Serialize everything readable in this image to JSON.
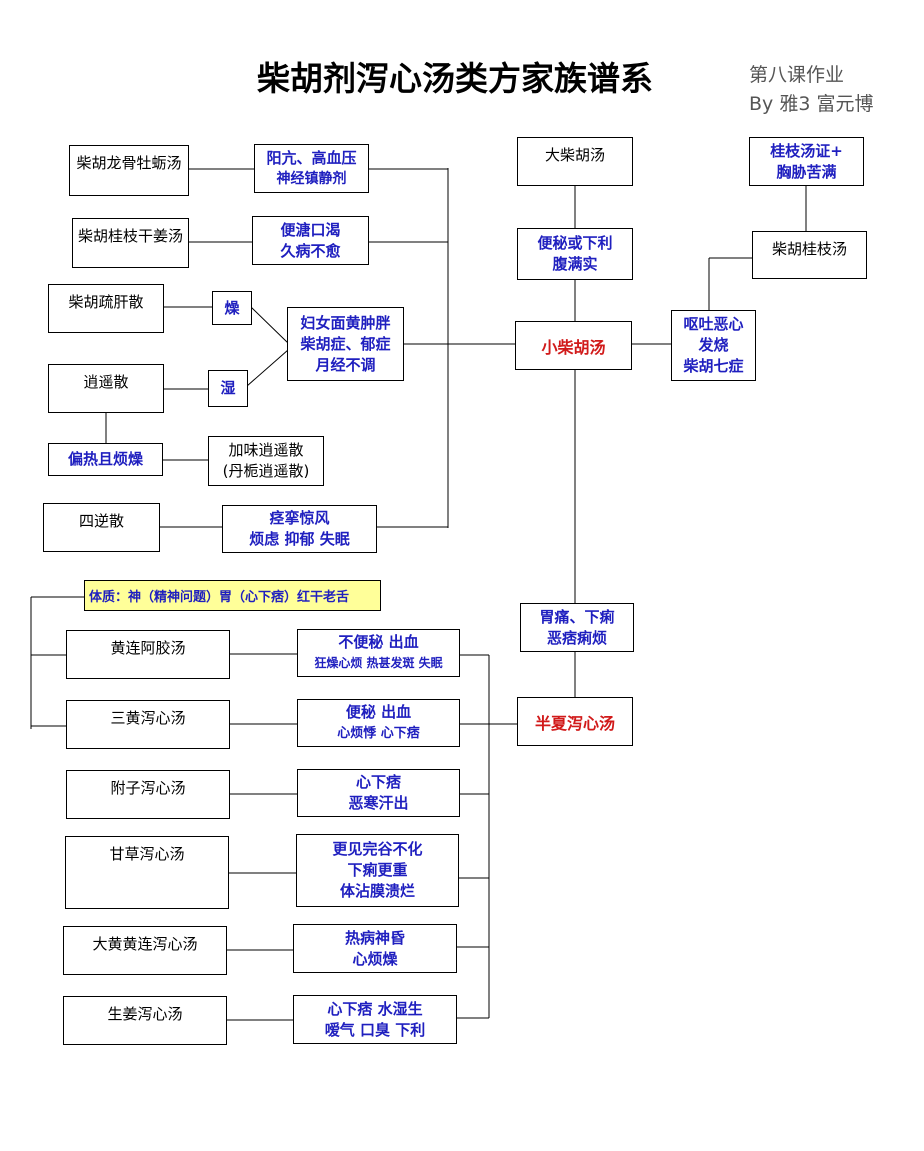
{
  "title": "柴胡剂泻心汤类方家族谱系",
  "subtitle": {
    "line1": "第八课作业",
    "line2": "By 雅3 富元博"
  },
  "chaihu": {
    "xiaochaihu": "小柴胡汤",
    "dachaihu": "大柴胡汤",
    "dachaihu_symptom": [
      "便秘或下利",
      "腹满实"
    ],
    "chaihuguizhi": "柴胡桂枝汤",
    "guizhi_symptom": [
      "桂枝汤证+",
      "胸胁苦满"
    ],
    "qizheng": [
      "呕吐恶心",
      "发烧",
      "柴胡七症"
    ],
    "longgu": "柴胡龙骨牡蛎汤",
    "longgu_symptom": [
      "阳亢、高血压",
      "神经镇静剂"
    ],
    "ganjiang": "柴胡桂枝干姜汤",
    "ganjiang_symptom": [
      "便溏口渴",
      "久病不愈"
    ],
    "shugan": "柴胡疏肝散",
    "zao": "燥",
    "xiaoyao": "逍遥散",
    "shi": "湿",
    "women_symptom": [
      "妇女面黄肿胖",
      "柴胡症、郁症",
      "月经不调"
    ],
    "pianre": "偏热且烦燥",
    "jiawei": [
      "加味逍遥散",
      "(丹栀逍遥散)"
    ],
    "sini": "四逆散",
    "sini_symptom": [
      "痉挛惊风",
      "烦虑  抑郁  失眠"
    ],
    "weitong": [
      "胃痛、下痢",
      "恶痞痢烦"
    ]
  },
  "xiexin": {
    "banxia": "半夏泻心汤",
    "note": "体质：神（精神问题）胃（心下痞）红干老舌",
    "rows": [
      {
        "formula": "黄连阿胶汤",
        "symptom": [
          "不便秘  出血",
          "狂燥心烦  热甚发斑  失眠"
        ]
      },
      {
        "formula": "三黄泻心汤",
        "symptom": [
          "便秘  出血",
          "心烦悸  心下痞"
        ]
      },
      {
        "formula": "附子泻心汤",
        "symptom": [
          "心下痞",
          "恶寒汗出"
        ]
      },
      {
        "formula": "甘草泻心汤",
        "symptom": [
          "更见完谷不化",
          "下痢更重",
          "体沾膜溃烂"
        ]
      },
      {
        "formula": "大黄黄连泻心汤",
        "symptom": [
          "热病神昏",
          "心烦燥"
        ]
      },
      {
        "formula": "生姜泻心汤",
        "symptom": [
          "心下痞  水湿生",
          "嗳气  口臭  下利"
        ]
      }
    ]
  }
}
